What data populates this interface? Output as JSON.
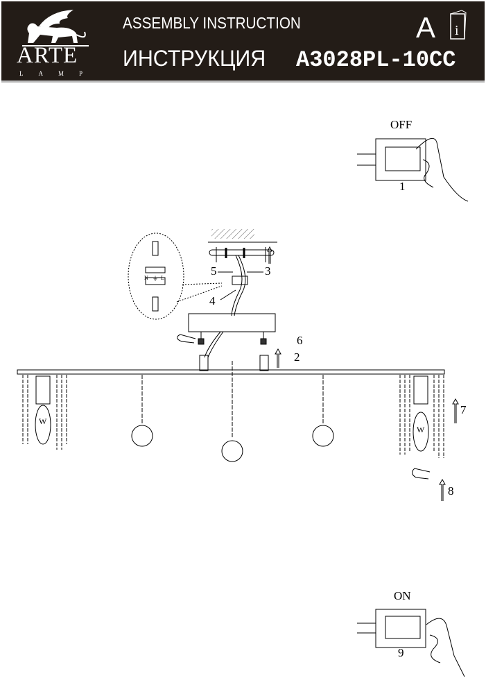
{
  "header": {
    "brand": "ARTE",
    "brand_sub": "LAMP",
    "title_en": "ASSEMBLY INSTRUCTION",
    "title_ru": "ИНСТРУКЦИЯ",
    "model": "A3028PL-10CC",
    "language_mark": "A"
  },
  "steps": {
    "off_label": "OFF",
    "on_label": "ON",
    "s1": "1",
    "s2": "2",
    "s3": "3",
    "s4": "4",
    "s5": "5",
    "s6": "6",
    "s7": "7",
    "s8": "8",
    "s9": "9"
  },
  "wiring": {
    "n": "N",
    "earth": "⏚",
    "l": "L"
  },
  "bulb_label": "W"
}
